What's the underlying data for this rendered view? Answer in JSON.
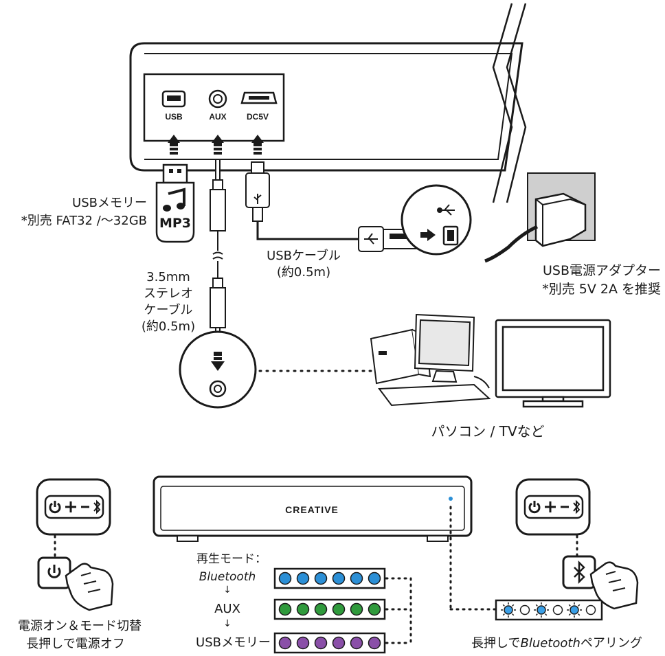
{
  "ports": {
    "usb": "USB",
    "aux": "AUX",
    "dc": "DC5V"
  },
  "memory": {
    "badge": "MP3",
    "label_1": "USBメモリー",
    "label_2": "*別売 FAT32 /〜32GB"
  },
  "stereo_cable": {
    "line_1": "3.5mm",
    "line_2": "ステレオ",
    "line_3": "ケーブル",
    "line_4": "(約0.5m)"
  },
  "usb_cable": {
    "line_1": "USBケーブル",
    "line_2": "(約0.5m)"
  },
  "adapter": {
    "line_1": "USB電源アダプター",
    "line_2": "*別売 5V 2A を推奨"
  },
  "devices": {
    "label": "パソコン / TVなど"
  },
  "speaker": {
    "brand": "CREATIVE"
  },
  "power": {
    "line_1": "電源オン＆モード切替",
    "line_2": "長押しで電源オフ"
  },
  "modes": {
    "title": "再生モード：",
    "bluetooth": "Bluetooth",
    "arrow_1": "↓",
    "aux": "AUX",
    "arrow_2": "↓",
    "usb_memory": "USBメモリー"
  },
  "pairing": {
    "prefix": "長押しで",
    "bluetooth": "Bluetooth",
    "suffix": "ペアリング"
  },
  "led_colors": {
    "blue": "#2b8fd6",
    "green": "#2f9a3c",
    "purple": "#8a4fa8",
    "pairing": "#3a9fe6"
  },
  "icons": [
    "power-icon",
    "plus-icon",
    "minus-icon",
    "bluetooth-icon",
    "music-note-icon",
    "usb-symbol-icon",
    "hand-icon"
  ]
}
